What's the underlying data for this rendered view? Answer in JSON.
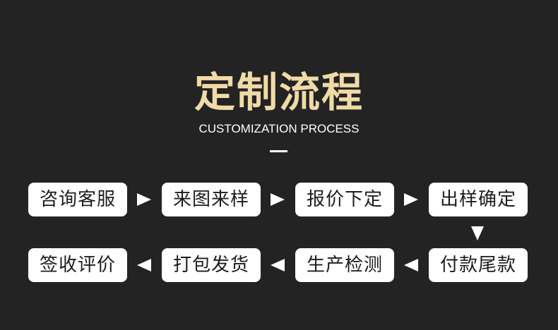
{
  "header": {
    "title": "定制流程",
    "subtitle": "CUSTOMIZATION PROCESS"
  },
  "flow": {
    "row1": [
      {
        "label": "咨询客服"
      },
      {
        "label": "来图来样"
      },
      {
        "label": "报价下定"
      },
      {
        "label": "出样确定"
      }
    ],
    "row2": [
      {
        "label": "签收评价"
      },
      {
        "label": "打包发货"
      },
      {
        "label": "生产检测"
      },
      {
        "label": "付款尾款"
      }
    ]
  },
  "colors": {
    "background": "#242323",
    "title": "#f0dba8",
    "box": "#ffffff",
    "box_text": "#1c1c1c"
  },
  "icons": {
    "right_arrow": "arrow-right-icon",
    "left_arrow": "arrow-left-icon",
    "down_arrow": "arrow-down-icon"
  }
}
